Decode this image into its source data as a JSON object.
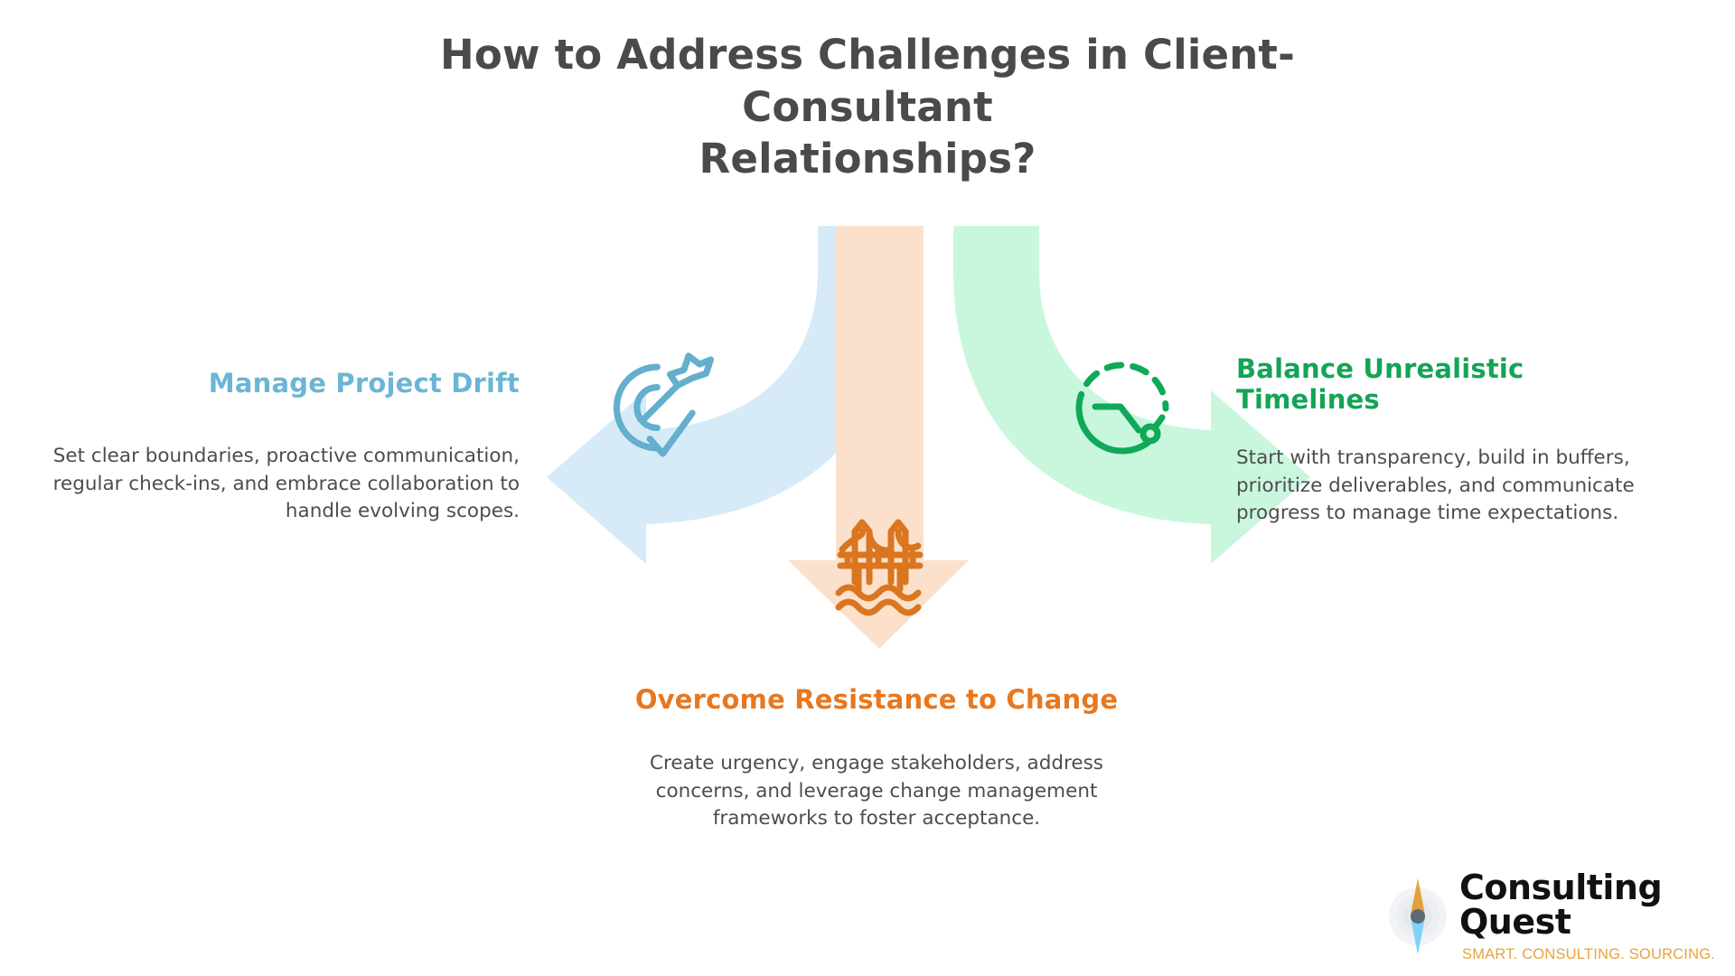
{
  "page": {
    "background": "#ffffff",
    "title_line1": "How to Address Challenges in Client-Consultant",
    "title_line2": "Relationships?",
    "title_color": "#4a4a4a"
  },
  "branches": {
    "left": {
      "heading": "Manage Project Drift",
      "body": "Set clear boundaries, proactive communication, regular check-ins, and embrace collaboration to handle evolving scopes.",
      "heading_color": "#6cb5d4",
      "arrow_fill": "#d6eaf7",
      "icon_color": "#63afcd",
      "icon_name": "target-dart-check-icon",
      "direction": "left"
    },
    "right": {
      "heading_line1": "Balance Unrealistic",
      "heading_line2": "Timelines",
      "heading": "Balance Unrealistic Timelines",
      "body": "Start with transparency, build in buffers, prioritize deliverables, and communicate progress to manage time expectations.",
      "heading_color": "#13a455",
      "arrow_fill": "#c9f7de",
      "icon_color": "#0fa958",
      "icon_name": "dashed-clock-icon",
      "direction": "right"
    },
    "bottom": {
      "heading": "Overcome Resistance to Change",
      "body": "Create urgency, engage stakeholders, address concerns, and leverage change management frameworks to foster acceptance.",
      "heading_color": "#e8771f",
      "arrow_fill": "#fbe0cb",
      "icon_color": "#d9761f",
      "icon_name": "bridge-waves-icon",
      "direction": "down"
    }
  },
  "body_text_color": "#4d4d4d",
  "logo": {
    "name": "Consulting Quest",
    "tagline": "SMART. CONSULTING. SOURCING.",
    "name_color": "#111111",
    "tagline_color": "#e8a33d",
    "mark_top_color": "#e3a13a",
    "mark_bottom_color": "#7fd3f7",
    "mark_dot_color": "#5a6b72",
    "mark_name": "compass-needle-logo-mark"
  }
}
